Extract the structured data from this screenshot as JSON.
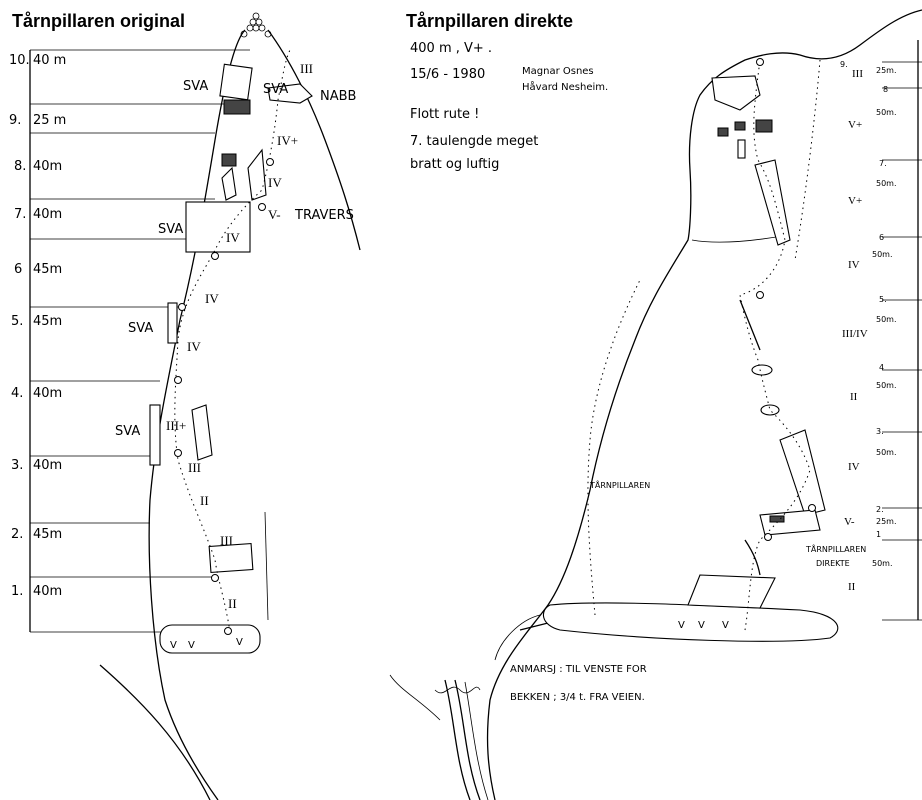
{
  "left": {
    "title": "Tårnpillaren original",
    "pitches": [
      {
        "num": "10.",
        "len": "40 m"
      },
      {
        "num": "9.",
        "len": "25 m"
      },
      {
        "num": "8.",
        "len": "40m"
      },
      {
        "num": "7.",
        "len": "40m"
      },
      {
        "num": "6",
        "len": "45m"
      },
      {
        "num": "5.",
        "len": "45m"
      },
      {
        "num": "4.",
        "len": "40m"
      },
      {
        "num": "3.",
        "len": "40m"
      },
      {
        "num": "2.",
        "len": "45m"
      },
      {
        "num": "1.",
        "len": "40m"
      }
    ],
    "labels": {
      "sva": "SVA",
      "nabb": "NABB",
      "travers": "TRAVERS"
    },
    "grades": {
      "g_top": "III",
      "g_ivp": "IV+",
      "g_iv_a": "IV",
      "g_v": "V-",
      "g_iv_b": "IV",
      "g_iv_c": "IV",
      "g_iv_d": "IV",
      "g_iiip": "III+",
      "g_iii_a": "III",
      "g_ii": "II",
      "g_iii_b": "III",
      "g_ii_b": "II"
    }
  },
  "right": {
    "title": "Tårnpillaren direkte",
    "notes": {
      "line1": "400 m ,  V+ .",
      "line2": "15/6  -  1980",
      "climber1": "Magnar Osnes",
      "climber2": "Håvard Nesheim.",
      "line3": "Flott rute !",
      "line4": "7.  taulengde  meget",
      "line5": "bratt  og  luftig"
    },
    "pitches": [
      {
        "num": "9.",
        "len": "25m.",
        "grade": "III"
      },
      {
        "num": "8",
        "len": "50m.",
        "grade": "V+"
      },
      {
        "num": "7.",
        "len": "50m.",
        "grade": "V+"
      },
      {
        "num": "6",
        "len": "50m.",
        "grade": "IV"
      },
      {
        "num": "5.",
        "len": "50m.",
        "grade": "III/IV"
      },
      {
        "num": "4",
        "len": "50m.",
        "grade": "II"
      },
      {
        "num": "3.",
        "len": "50m.",
        "grade": "IV"
      },
      {
        "num": "2.",
        "len": "25m.",
        "grade": "V-"
      },
      {
        "num": "1",
        "len": "50m.",
        "grade": "II"
      }
    ],
    "labels": {
      "tarnpillaren": "TÅRNPILLAREN",
      "direkte_line1": "TÅRNPILLAREN",
      "direkte_line2": "DIREKTE"
    },
    "remark": {
      "line1": "ANMARSJ :  TIL  VENSTE  FOR",
      "line2": "BEKKEN ;  3/4 t.  FRA  VEIEN."
    }
  }
}
